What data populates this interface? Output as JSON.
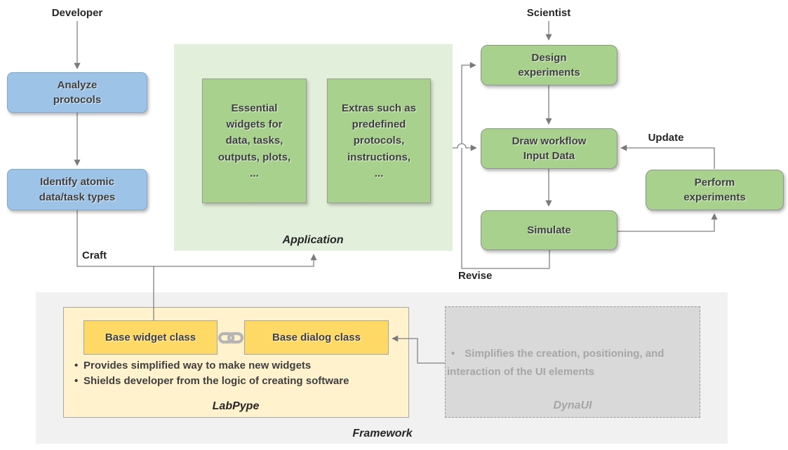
{
  "diagram": {
    "actors": {
      "developer": "Developer",
      "scientist": "Scientist"
    },
    "edge_labels": {
      "craft": "Craft",
      "update": "Update",
      "revise": "Revise"
    },
    "developer_flow": {
      "analyze": "Analyze\nprotocols",
      "identify": "Identify atomic\ndata/task types"
    },
    "application": {
      "label": "Application",
      "essential": "Essential\nwidgets for\ndata, tasks,\noutputs, plots,\n...",
      "extras": "Extras such as\npredefined\nprotocols,\ninstructions,\n..."
    },
    "scientist_flow": {
      "design": "Design\nexperiments",
      "draw_workflow": "Draw workflow\nInput Data",
      "simulate": "Simulate",
      "perform": "Perform\nexperiments"
    },
    "framework": {
      "label": "Framework",
      "labpype": {
        "label": "LabPype",
        "base_widget": "Base widget class",
        "base_dialog": "Base dialog class",
        "link_icon": "chain-link",
        "bullets": [
          "Provides simplified way to make new widgets",
          "Shields developer from the logic of creating software"
        ]
      },
      "dynaui": {
        "label": "DynaUI",
        "bullet": "Simplifies the creation, positioning, and\ninteraction of the UI elements"
      }
    },
    "ui": {
      "bullet_char": "•"
    },
    "colors": {
      "box_blue": "#9dc3e6",
      "box_green": "#a9d18e",
      "application_bg": "#e2efda",
      "framework_bg": "#f1f1f2",
      "labpype_bg": "#fff2cc",
      "class_box_yellow": "#ffd966",
      "dynaui_bg": "#d9d9d9",
      "muted_text": "#a6a6a6",
      "connector_gray": "#808080"
    }
  }
}
